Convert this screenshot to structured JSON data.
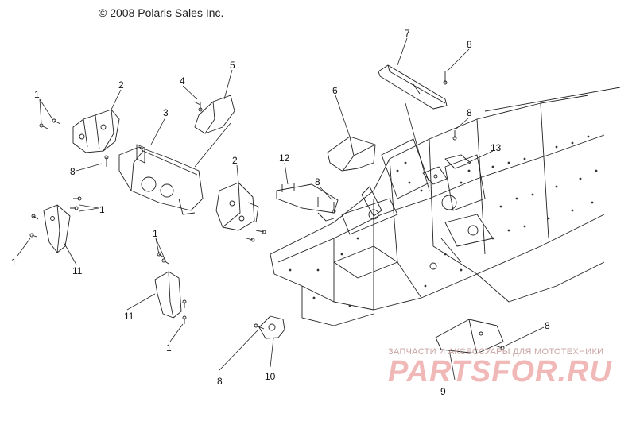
{
  "copyright": "© 2008 Polaris Sales Inc.",
  "callouts": [
    "1",
    "2",
    "3",
    "4",
    "5",
    "6",
    "7",
    "8",
    "9",
    "10",
    "11",
    "12",
    "13"
  ],
  "watermark": {
    "subtitle": "ЗАПЧАСТИ И АКСЕССУАРЫ ДЛЯ МОТОТЕХНИКИ",
    "brand": "PARTSFOR.RU"
  },
  "colors": {
    "line": "#222222",
    "watermark": "#f1b8b8"
  }
}
